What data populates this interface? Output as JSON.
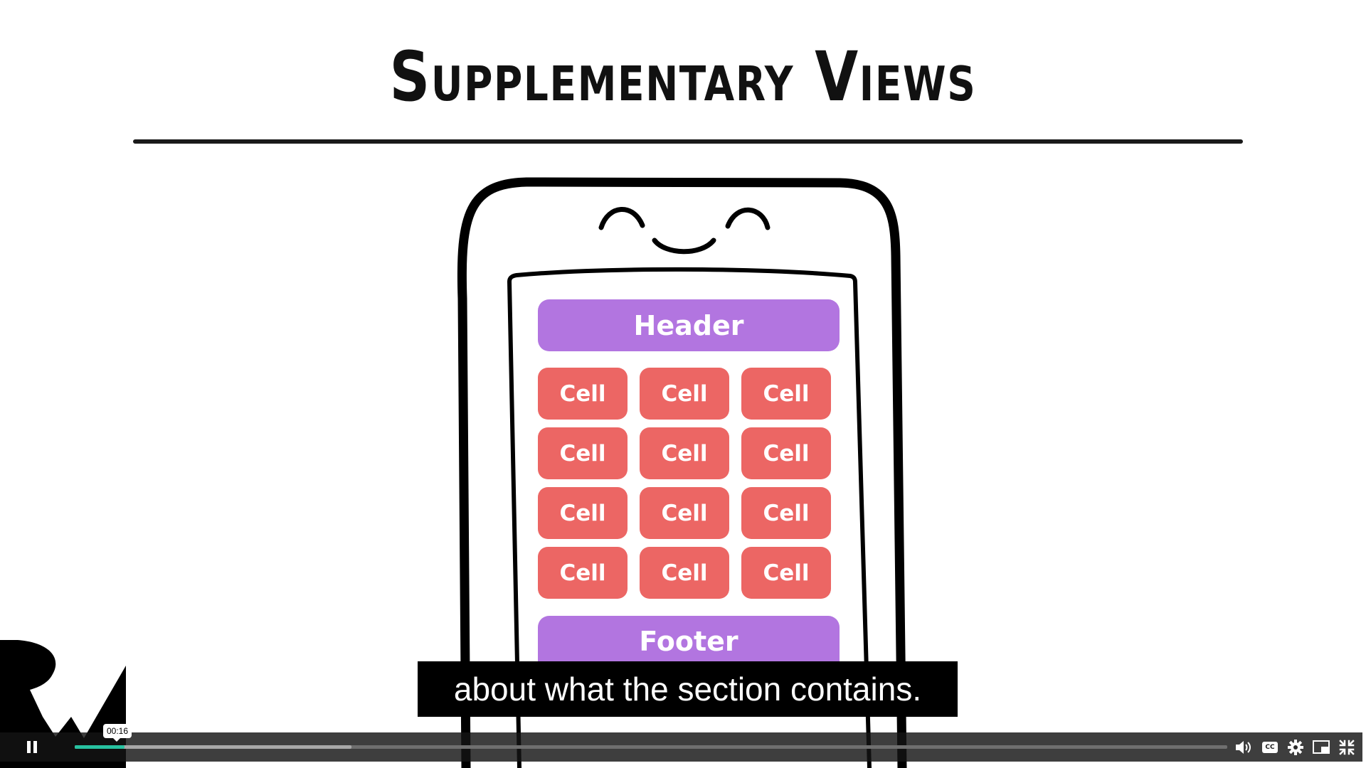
{
  "slide": {
    "title": "Supplementary Views",
    "header_label": "Header",
    "footer_label": "Footer",
    "cells": [
      [
        "Cell",
        "Cell",
        "Cell"
      ],
      [
        "Cell",
        "Cell",
        "Cell"
      ],
      [
        "Cell",
        "Cell",
        "Cell"
      ],
      [
        "Cell",
        "Cell",
        "Cell"
      ]
    ]
  },
  "caption": "about what the section contains.",
  "player": {
    "current_time": "00:16",
    "progress_fraction": 0.043,
    "buffered_fraction": 0.24,
    "icons": [
      "pause-icon",
      "volume-icon",
      "closed-captions-icon",
      "settings-gear-icon",
      "picture-in-picture-icon",
      "exit-fullscreen-icon"
    ],
    "cc_label": "CC"
  },
  "colors": {
    "header_footer": "#b275e0",
    "cell": "#ec6664",
    "progress_played": "#27c2a0"
  }
}
